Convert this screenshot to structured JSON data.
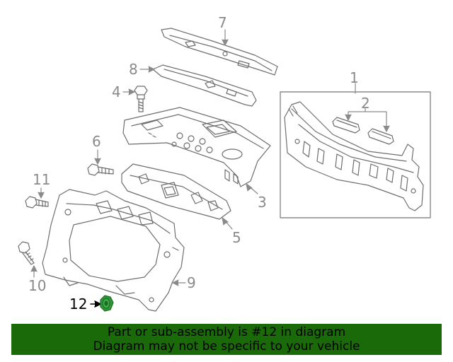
{
  "callouts": {
    "c1": "1",
    "c2": "2",
    "c3": "3",
    "c4": "4",
    "c5": "5",
    "c6": "6",
    "c7": "7",
    "c8": "8",
    "c9": "9",
    "c10": "10",
    "c11": "11",
    "c12": "12"
  },
  "highlight_callout": "12",
  "banner": {
    "line1": "Part or sub-assembly is #12 in diagram",
    "line2": "Diagram may not be specific to your vehicle"
  },
  "colors": {
    "banner_bg": "#1a6a0a",
    "highlight_part": "#2e9a3a",
    "line_art": "#6e6e6e",
    "callout_text": "#8a8a8a"
  }
}
